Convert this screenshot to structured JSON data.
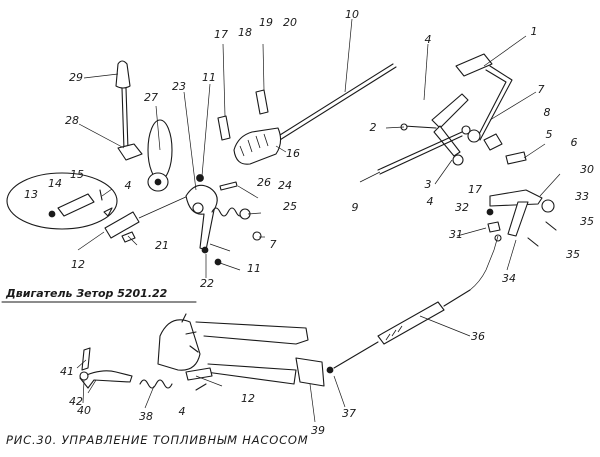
{
  "figure": {
    "caption": "РИС.30. УПРАВЛЕНИЕ ТОПЛИВНЫМ НАСОСОМ",
    "engine_label": "Двигатель Зетор 5201.22"
  },
  "callouts": {
    "c1": "1",
    "c2": "2",
    "c3": "3",
    "c4a": "4",
    "c4b": "4",
    "c4c": "4",
    "c4d": "4",
    "c5": "5",
    "c6": "6",
    "c7a": "7",
    "c7b": "7",
    "c8": "8",
    "c9": "9",
    "c10": "10",
    "c11a": "11",
    "c11b": "11",
    "c12a": "12",
    "c12b": "12",
    "c13": "13",
    "c14": "14",
    "c15": "15",
    "c16": "16",
    "c17a": "17",
    "c17b": "17",
    "c18": "18",
    "c19": "19",
    "c20": "20",
    "c21": "21",
    "c22": "22",
    "c23": "23",
    "c24": "24",
    "c25": "25",
    "c26": "26",
    "c27": "27",
    "c28": "28",
    "c29": "29",
    "c30": "30",
    "c31": "31",
    "c32": "32",
    "c33": "33",
    "c34": "34",
    "c35a": "35",
    "c35b": "35",
    "c36": "36",
    "c37": "37",
    "c38": "38",
    "c39": "39",
    "c40": "40",
    "c41": "41",
    "c42": "42"
  }
}
